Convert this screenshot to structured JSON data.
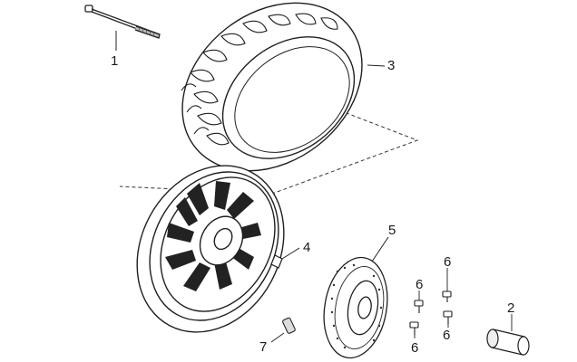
{
  "diagram": {
    "parts": [
      {
        "id": "axle",
        "callout": "1",
        "icon": "axle-icon"
      },
      {
        "id": "spacer",
        "callout": "2",
        "icon": "spacer-icon"
      },
      {
        "id": "tire",
        "callout": "3",
        "icon": "tire-icon"
      },
      {
        "id": "valve",
        "callout": "4",
        "icon": "valve-icon"
      },
      {
        "id": "brake-disc",
        "callout": "5",
        "icon": "brake-disc-icon"
      },
      {
        "id": "bolt",
        "callout": "6",
        "icon": "bolt-icon"
      },
      {
        "id": "pin",
        "callout": "7",
        "icon": "pin-icon"
      }
    ],
    "line_color": "#1f1f1f",
    "fill_color": "#ffffff"
  }
}
